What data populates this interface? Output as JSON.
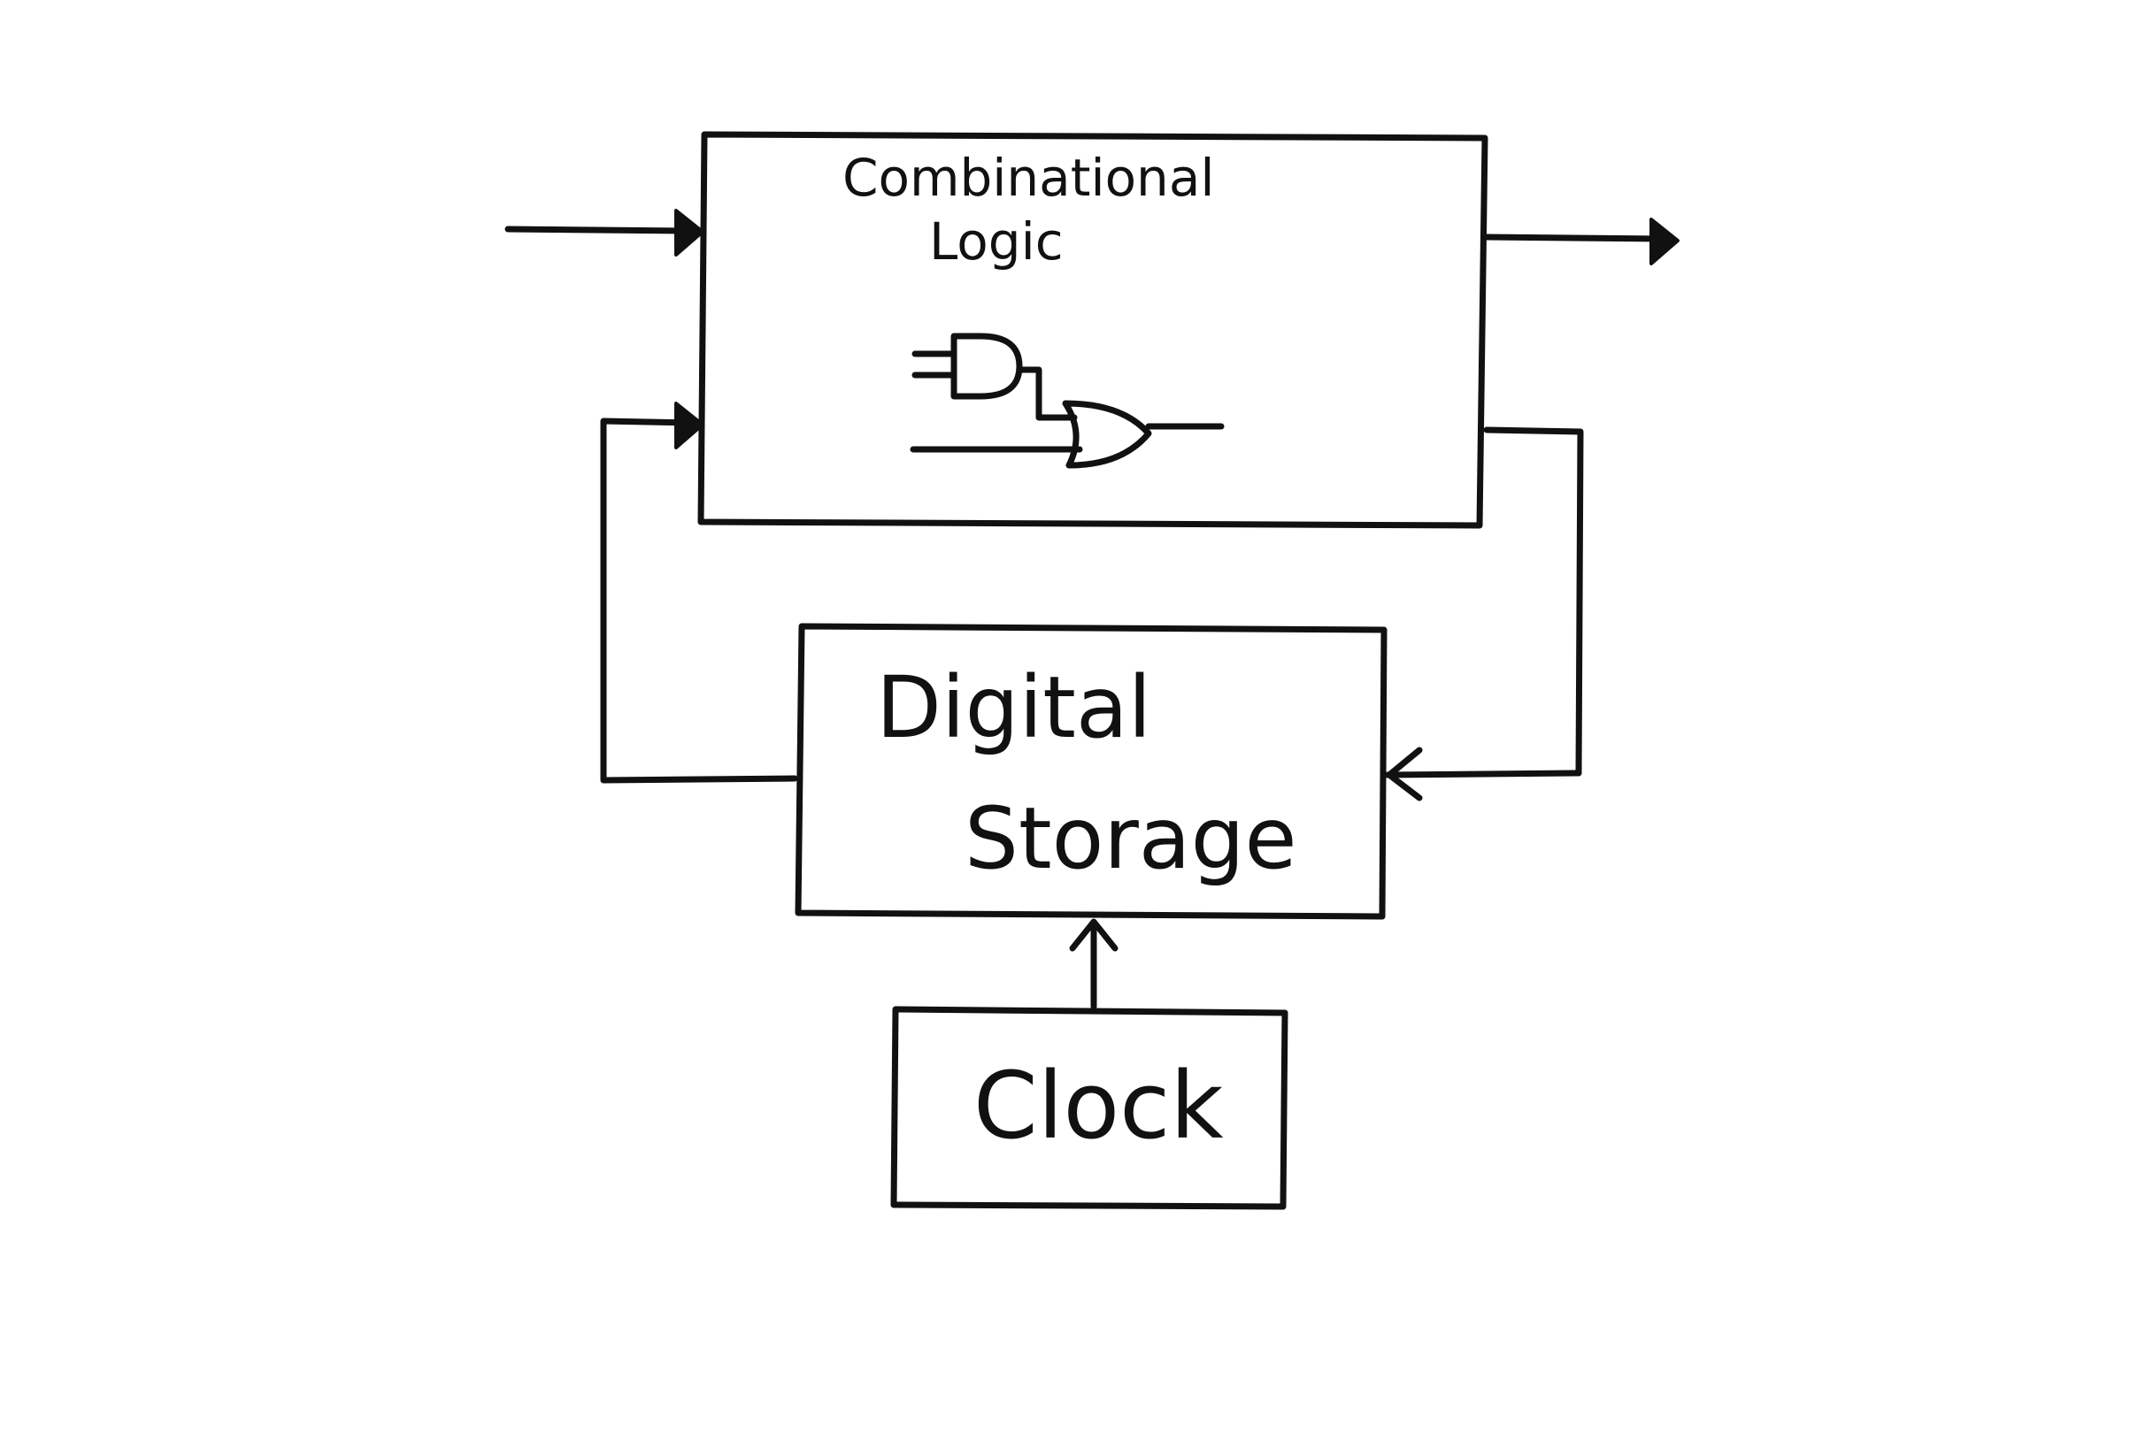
{
  "combinational_logic": {
    "title_line1": "Combinational",
    "title_line2": "Logic",
    "gates": [
      "and-gate",
      "or-gate"
    ]
  },
  "digital_storage": {
    "title_line1": "Digital",
    "title_line2": "Storage"
  },
  "clock": {
    "title": "Clock"
  },
  "connections": [
    {
      "from": "input",
      "to": "combinational_logic",
      "arrow": "filled"
    },
    {
      "from": "combinational_logic",
      "to": "output",
      "arrow": "filled"
    },
    {
      "from": "combinational_logic",
      "to": "digital_storage",
      "arrow": "open"
    },
    {
      "from": "digital_storage",
      "to": "combinational_logic",
      "arrow": "filled"
    },
    {
      "from": "clock",
      "to": "digital_storage",
      "arrow": "open"
    }
  ],
  "colors": {
    "ink": "#111111",
    "background": "#ffffff"
  }
}
